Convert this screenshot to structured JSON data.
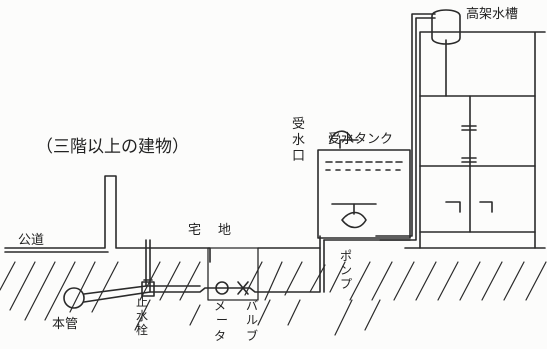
{
  "caption": "（三階以上の建物）",
  "labels": {
    "elevated_tank": "高架水槽",
    "receiving_tank": "受水タンク",
    "inlet_line1": "受",
    "inlet_line2": "水",
    "inlet_line3": "口",
    "public_road": "公道",
    "lot_char1": "宅",
    "lot_char2": "地",
    "main_pipe": "本管",
    "stop_valve": [
      "止",
      "水",
      "栓"
    ],
    "meter": [
      "メ",
      "ー",
      "タ"
    ],
    "valve": [
      "バ",
      "ル",
      "ブ"
    ],
    "pump": [
      "ポ",
      "ン",
      "プ"
    ]
  },
  "colors": {
    "line": "#2a2a2a",
    "paper": "#fcfcfb"
  }
}
